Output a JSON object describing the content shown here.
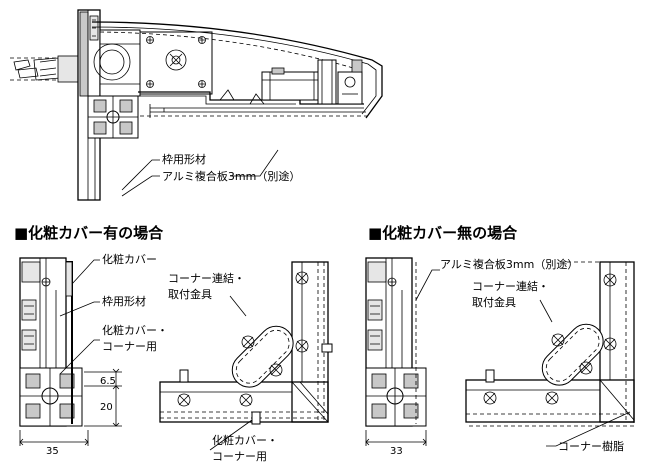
{
  "top": {
    "label_frame": "枠用形材",
    "label_panel": "アルミ複合板3mm（別途）"
  },
  "left": {
    "heading": "■化粧カバー有の場合",
    "label_cover": "化粧カバー",
    "label_frame": "枠用形材",
    "label_corner_cover_1": "化粧カバー・",
    "label_corner_cover_2": "コーナー用",
    "label_connector_1": "コーナー連結・",
    "label_connector_2": "取付金具",
    "label_bottom_1": "化粧カバー・",
    "label_bottom_2": "コーナー用",
    "dim_top": "6.5",
    "dim_side": "20",
    "dim_width": "35"
  },
  "right": {
    "heading": "■化粧カバー無の場合",
    "label_panel": "アルミ複合板3mm（別途）",
    "label_connector_1": "コーナー連結・",
    "label_connector_2": "取付金具",
    "label_resin": "コーナー樹脂",
    "dim_width": "33"
  }
}
